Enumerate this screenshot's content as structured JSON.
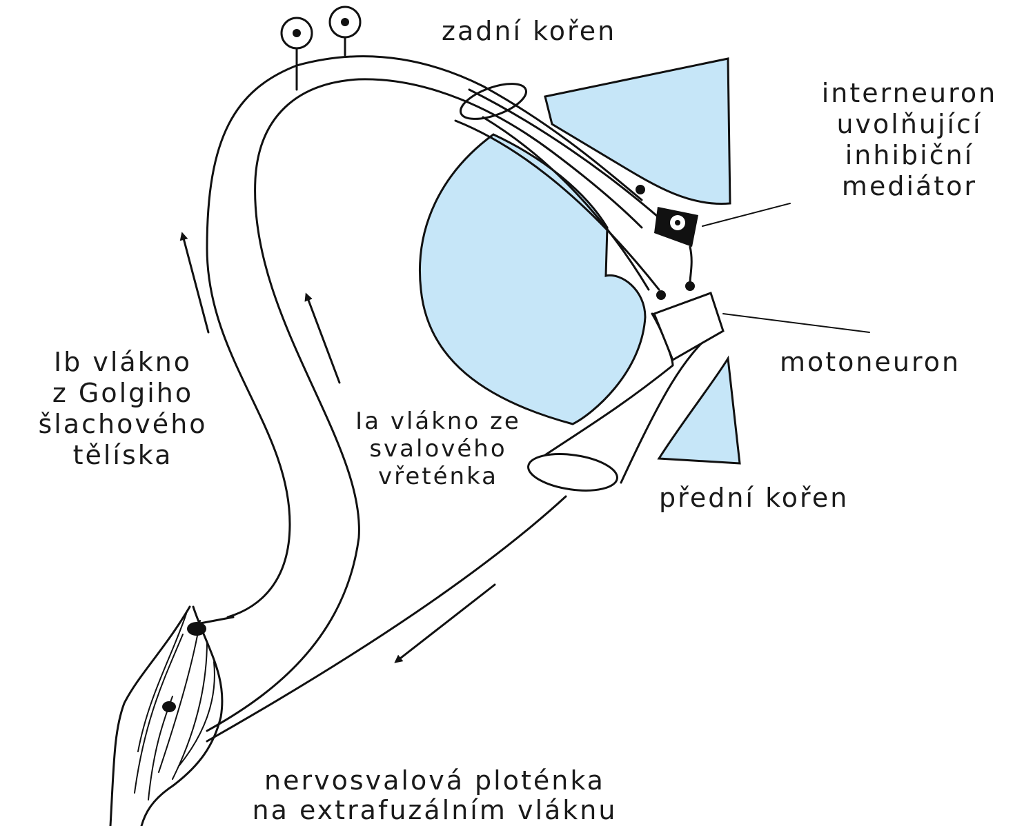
{
  "labels": {
    "dorsal_root": "zadní kořen",
    "interneuron": [
      "interneuron",
      "uvolňující",
      "inhibiční",
      "mediátor"
    ],
    "motoneuron": "motoneuron",
    "ib_fiber": [
      "Ib vlákno",
      "z Golgiho",
      "šlachového",
      "tělíska"
    ],
    "ia_fiber": [
      "Ia vlákno ze",
      "svalového",
      "vřeténka"
    ],
    "ventral_root": "přední kořen",
    "endplate": [
      "nervosvalová ploténka",
      "na extrafuzálním vláknu"
    ]
  },
  "colors": {
    "gray_matter": "#c6e6f8",
    "ink": "#111111",
    "background": "#ffffff"
  }
}
